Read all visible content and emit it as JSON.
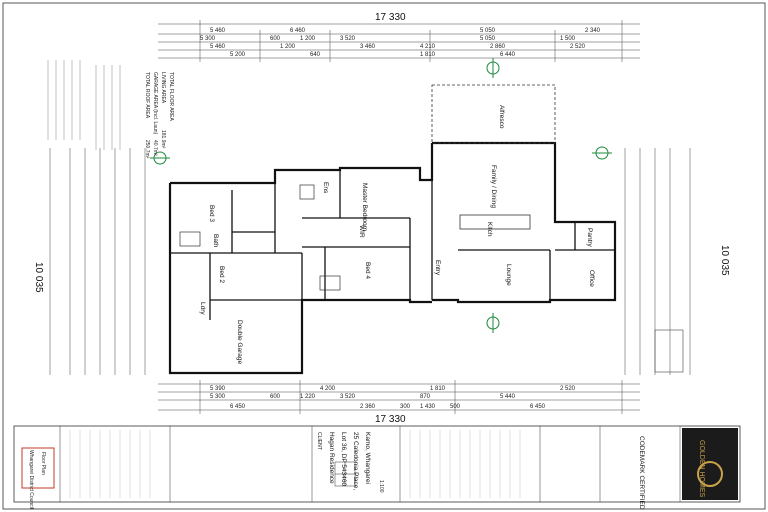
{
  "plan": {
    "overall_width_top": "17 330",
    "overall_width_bottom": "17 330",
    "overall_depth_left": "10 035",
    "overall_depth_right": "10 035",
    "rooms": {
      "alfresco": "Alfresco",
      "family_dining": "Family / Dining",
      "master_bedroom": "Master Bedroom",
      "ens": "Ens",
      "wir": "WIR",
      "bed3": "Bed 3",
      "bath": "Bath",
      "bed2": "Bed 2",
      "bed4": "Bed 4",
      "lounge": "Lounge",
      "kitchen": "Kitch",
      "entry": "Entry",
      "office": "Office",
      "pantry": "Pantry",
      "garage": "Double Garage",
      "laundry": "Ldry"
    },
    "areas": {
      "heading": "TOTAL FLOOR AREA",
      "items": [
        {
          "label": "LIVING AREA",
          "value": "181.9m²"
        },
        {
          "label": "GARAGE AREA (Incl. Laun)",
          "value": "40.7m²"
        },
        {
          "label": "TOTAL ROOF AREA",
          "value": "250.7m²"
        }
      ]
    }
  },
  "title_block": {
    "company": "GOLDEN HOMES",
    "brand": "CODEMARK CERTIFIED",
    "client_label": "CLIENT",
    "client_name": "Hagan Residence",
    "lot": "Lot 36, DP 543460",
    "address": "25 Caledonia Place,",
    "suburb": "Kamo, Whangarei",
    "scale": "1:100",
    "sheet_title": "Floor Plan",
    "council": "Whangarei District Council"
  }
}
